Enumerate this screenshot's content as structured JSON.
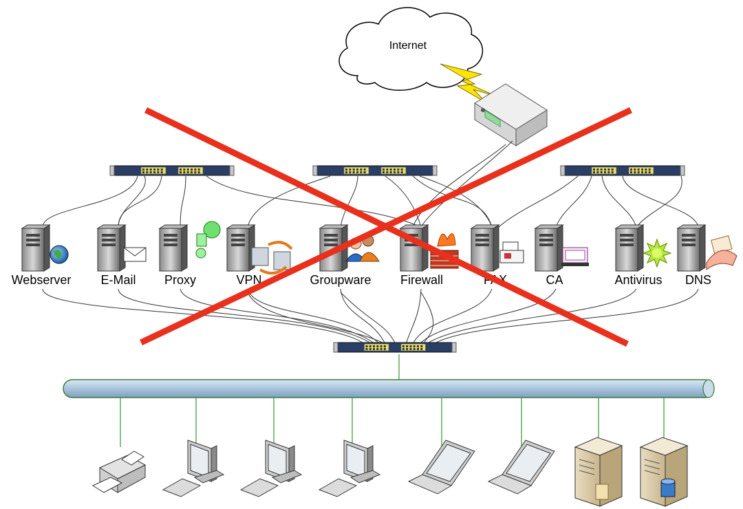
{
  "internet": {
    "label": "Internet"
  },
  "servers": [
    {
      "label": "Webserver",
      "icon": "globe-icon"
    },
    {
      "label": "E-Mail",
      "icon": "envelope-icon"
    },
    {
      "label": "Proxy",
      "icon": "proxy-icon"
    },
    {
      "label": "VPN",
      "icon": "vpn-icon"
    },
    {
      "label": "Groupware",
      "icon": "people-icon"
    },
    {
      "label": "Firewall",
      "icon": "firewall-icon"
    },
    {
      "label": "FAX",
      "icon": "fax-icon"
    },
    {
      "label": "CA",
      "icon": "certificate-icon"
    },
    {
      "label": "Antivirus",
      "icon": "virus-icon"
    },
    {
      "label": "DNS",
      "icon": "dns-icon"
    }
  ],
  "clients": [
    {
      "type": "printer"
    },
    {
      "type": "desktop"
    },
    {
      "type": "desktop"
    },
    {
      "type": "desktop"
    },
    {
      "type": "laptop"
    },
    {
      "type": "laptop"
    },
    {
      "type": "file-server"
    },
    {
      "type": "database-server"
    }
  ],
  "colors": {
    "cross": "#e8301c",
    "backbone": "#b9cfe3",
    "backbone_stroke": "#3d7a3d",
    "switch": "#2b3f66",
    "lightning": "#ffe600",
    "client_links": "#2e9a2e"
  }
}
